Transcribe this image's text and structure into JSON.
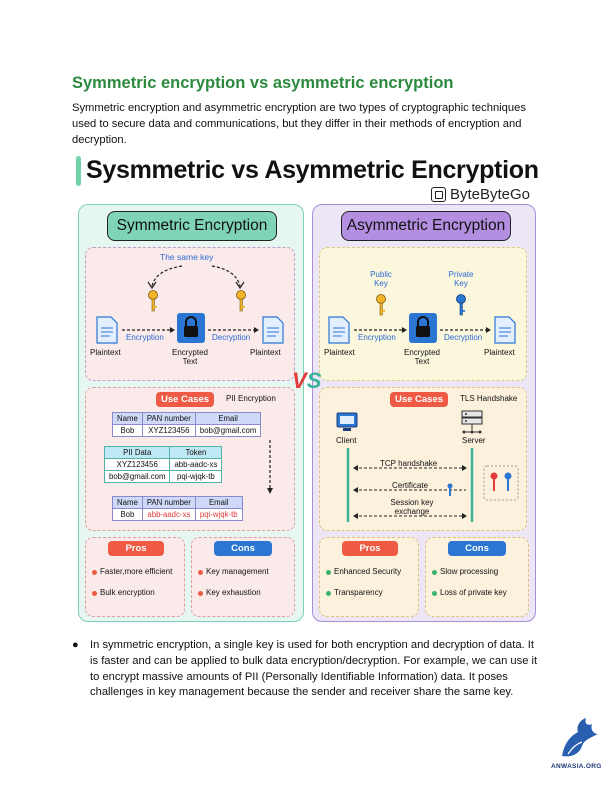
{
  "heading": "Symmetric encryption vs asymmetric encryption",
  "intro": "Symmetric encryption and asymmetric encryption are two types of cryptographic techniques used to secure data and communications, but they differ in their methods of encryption and decryption.",
  "infographic": {
    "title": "Sysmmetric vs Asymmetric Encryption",
    "brand": "ByteByteGo",
    "vs_label": "VS",
    "symmetric": {
      "label": "Symmetric Encryption",
      "same_key": "The same key",
      "encryption": "Encryption",
      "decryption": "Decryption",
      "plaintext_left": "Plaintext",
      "encrypted_text": "Encrypted\nText",
      "plaintext_right": "Plaintext",
      "use_cases": "Use Cases",
      "use_case_title": "PII Encryption",
      "table1": {
        "headers": [
          "Name",
          "PAN number",
          "Email"
        ],
        "row": [
          "Bob",
          "XYZ123456",
          "bob@gmail.com"
        ]
      },
      "table2": {
        "headers": [
          "PII Data",
          "Token"
        ],
        "rows": [
          [
            "XYZ123456",
            "abb-aadc-xs"
          ],
          [
            "bob@gmail.com",
            "pqi-wjqk-tb"
          ]
        ]
      },
      "table3": {
        "headers": [
          "Name",
          "PAN number",
          "Email"
        ],
        "row": [
          "Bob",
          "abb-aadc-xs",
          "pqi-wjqk-tb"
        ]
      },
      "pros": "Pros",
      "cons": "Cons",
      "pros_items": [
        "Faster,more efficient",
        "Bulk encryption"
      ],
      "cons_items": [
        "Key management",
        "Key exhaustion"
      ]
    },
    "asymmetric": {
      "label": "Asymmetric Encryption",
      "public_key": "Public\nKey",
      "private_key": "Private\nKey",
      "encryption": "Encryption",
      "decryption": "Decryption",
      "plaintext_left": "Plaintext",
      "encrypted_text": "Encrypted\nText",
      "plaintext_right": "Plaintext",
      "use_cases": "Use Cases",
      "use_case_title": "TLS Handshake",
      "client": "Client",
      "server": "Server",
      "tcp": "TCP handshake",
      "certificate": "Certificate",
      "session_key": "Session key\nexchange",
      "pros": "Pros",
      "cons": "Cons",
      "pros_items": [
        "Enhanced Security",
        "Transparency"
      ],
      "cons_items": [
        "Slow processing",
        "Loss of private key"
      ]
    },
    "colors": {
      "green_accent": "#2b8a3e",
      "teal": "#7fd4b5",
      "purple": "#b48ee0",
      "red": "#ee5a44",
      "blue": "#2a76d2"
    }
  },
  "points": [
    "In symmetric encryption, a single key is used for both encryption and decryption of data. It is faster and can be applied to bulk data encryption/decryption. For example, we can use it to encrypt massive amounts of PII (Personally Identifiable Information) data. It poses challenges in key management because the sender and receiver share the same key."
  ],
  "logo": {
    "text": "ANWASIA.ORG"
  }
}
